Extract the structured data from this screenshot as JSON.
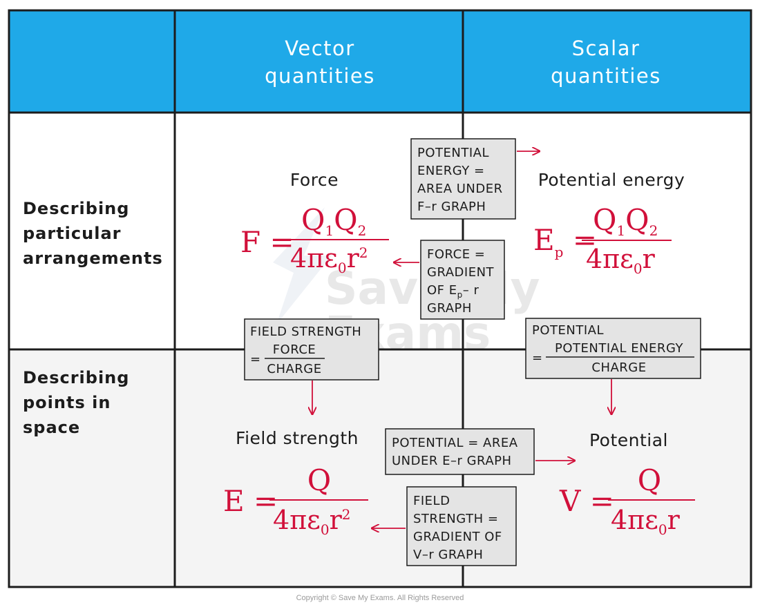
{
  "header": {
    "vector": [
      "Vector",
      "quantities"
    ],
    "scalar": [
      "Scalar",
      "quantities"
    ]
  },
  "rows": {
    "arrangements": [
      "Describing",
      "particular",
      "arrangements"
    ],
    "points": [
      "Describing",
      "points in",
      "space"
    ]
  },
  "quantities": {
    "force": "Force",
    "potential_energy": "Potential energy",
    "field_strength": "Field strength",
    "potential": "Potential"
  },
  "equations": {
    "force": {
      "lhs": "F",
      "num": [
        "Q",
        "1",
        "Q",
        "2"
      ],
      "den": [
        "4πε",
        "0",
        "r",
        "2"
      ]
    },
    "potential_energy": {
      "lhs": "E",
      "lhs_sub": "p",
      "num": [
        "Q",
        "1",
        "Q",
        "2"
      ],
      "den": [
        "4πε",
        "0",
        "r"
      ]
    },
    "field_strength": {
      "lhs": "E",
      "num": "Q",
      "den": [
        "4πε",
        "0",
        "r",
        "2"
      ]
    },
    "potential": {
      "lhs": "V",
      "num": "Q",
      "den": [
        "4πε",
        "0",
        "r"
      ]
    }
  },
  "boxes": {
    "pe_area": [
      "POTENTIAL",
      "ENERGY =",
      "AREA  UNDER",
      "F–r  GRAPH"
    ],
    "force_gradient": [
      "FORCE =",
      "GRADIENT",
      "OF  E",
      "p",
      "– r",
      "GRAPH"
    ],
    "field_def": {
      "title": "FIELD  STRENGTH",
      "eq": "=",
      "num": "FORCE",
      "den": "CHARGE"
    },
    "potential_def": {
      "title": "POTENTIAL",
      "eq": "=",
      "num": "POTENTIAL  ENERGY",
      "den": "CHARGE"
    },
    "potential_area": [
      "POTENTIAL  = AREA",
      "UNDER  E–r  GRAPH"
    ],
    "field_gradient": [
      "FIELD",
      "STRENGTH =",
      "GRADIENT  OF",
      "V–r  GRAPH"
    ]
  },
  "watermark": [
    "Save My",
    "Exams"
  ],
  "copyright": "Copyright © Save My Exams. All Rights Reserved",
  "colors": {
    "header_bg": "#1fa9e8",
    "row2_bg": "#f4f4f4",
    "box_bg": "#e4e4e4",
    "equation": "#d1103a",
    "grid": "#1c1c1c"
  }
}
